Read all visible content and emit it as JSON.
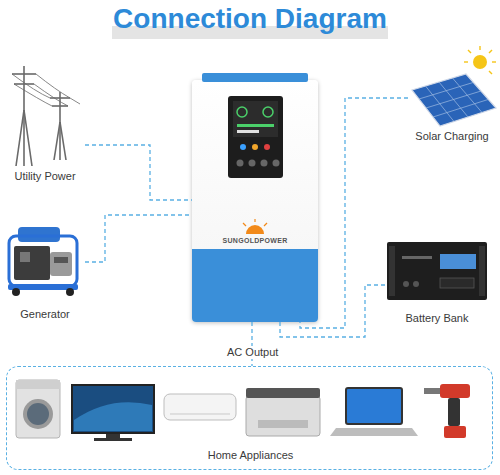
{
  "diagram": {
    "title": "Connection Diagram",
    "nodes": [
      {
        "text": [
          "Utility Power"
        ]
      },
      {
        "text": [
          "Generator"
        ]
      },
      {
        "text": [
          "SUNGOLDPOWER"
        ]
      },
      {
        "text": [
          "Solar Charging"
        ]
      },
      {
        "text": [
          "Battery Bank"
        ]
      },
      {
        "text": [
          "Home Appliances"
        ]
      }
    ],
    "edges": [
      {
        "from": 0,
        "to": 2,
        "arrow": "none"
      },
      {
        "from": 1,
        "to": 2,
        "arrow": "none"
      },
      {
        "from": 3,
        "to": 2,
        "arrow": "none"
      },
      {
        "from": 4,
        "to": 2,
        "arrow": "none"
      },
      {
        "from": 2,
        "to": 5,
        "label": "AC Output",
        "arrow": "none"
      }
    ]
  }
}
